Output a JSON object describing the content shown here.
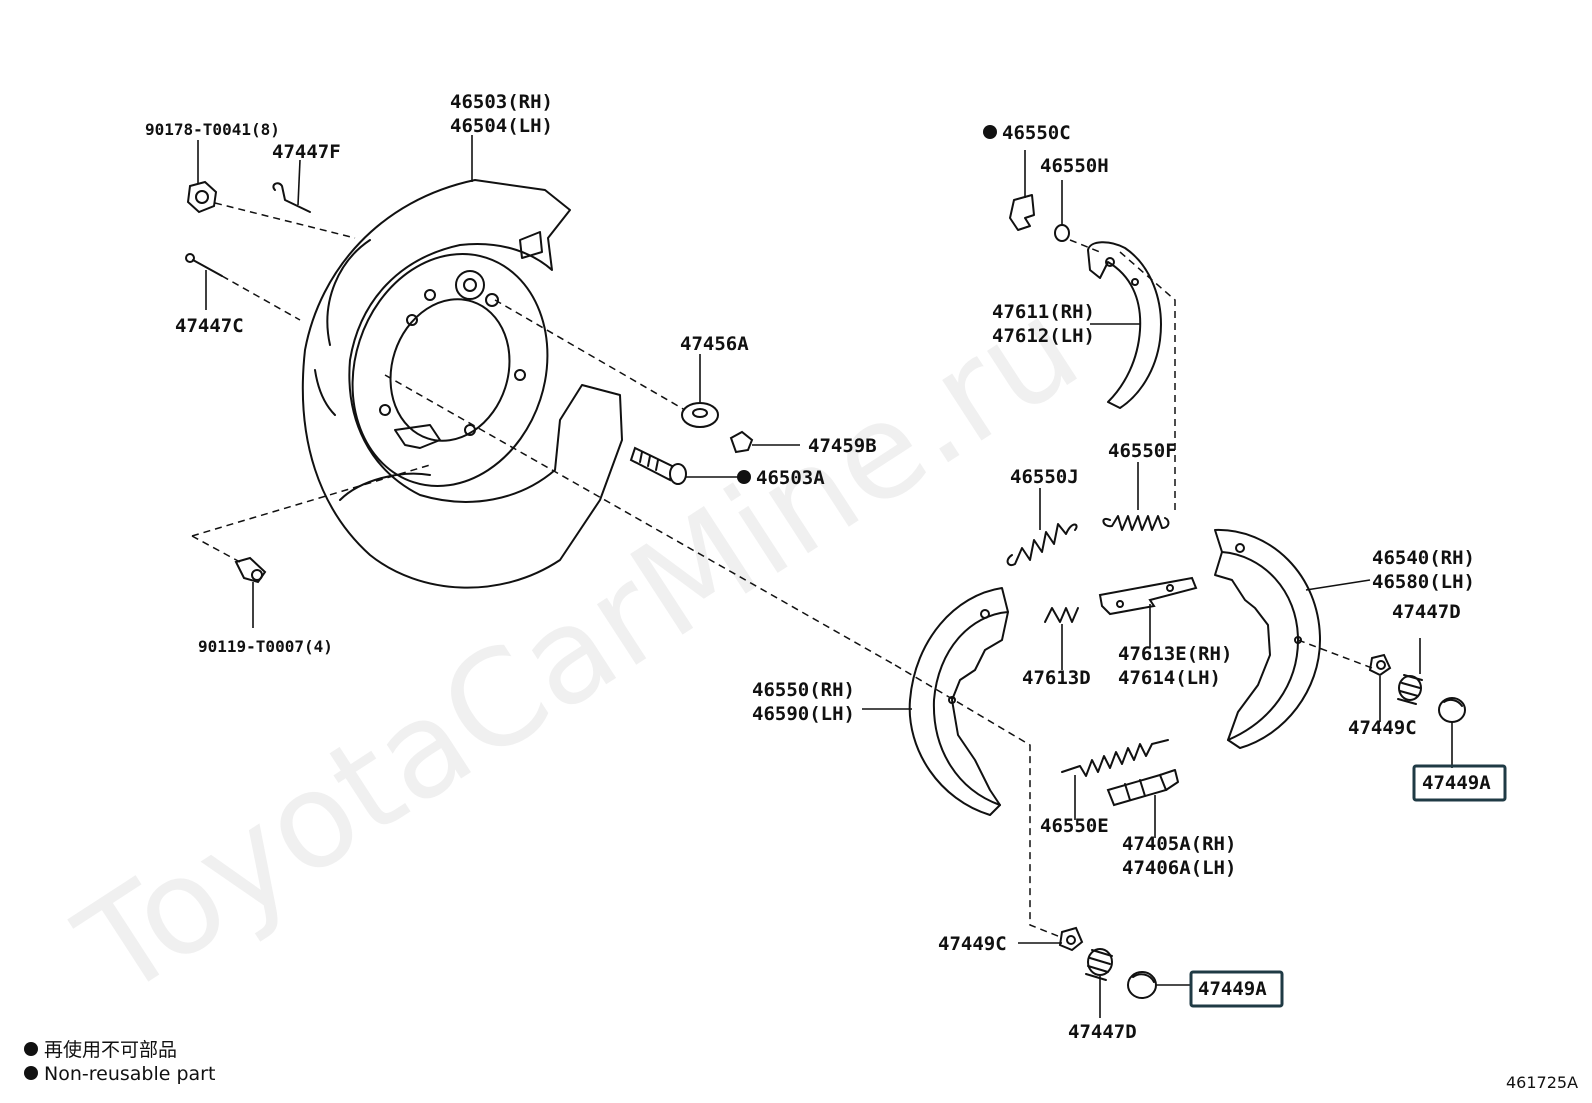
{
  "watermark": "ToyotaCarMine.ru",
  "diagram_ref": "461725A",
  "legend": {
    "line_jp": "再使用不可部品",
    "line_en": "Non-reusable part"
  },
  "labels": {
    "p90178": "90178-T0041(8)",
    "p47447F": "47447F",
    "p46503": "46503(RH)",
    "p46504": "46504(LH)",
    "p47447C": "47447C",
    "p47456A": "47456A",
    "p47459B": "47459B",
    "p46503A": "46503A",
    "p90119": "90119-T0007(4)",
    "p46550C": "46550C",
    "p46550H": "46550H",
    "p47611": "47611(RH)",
    "p47612": "47612(LH)",
    "p46550J": "46550J",
    "p46550F": "46550F",
    "p46540": "46540(RH)",
    "p46580": "46580(LH)",
    "p47447D_r": "47447D",
    "p47613D": "47613D",
    "p47613E": "47613E(RH)",
    "p47614": "47614(LH)",
    "p46550": "46550(RH)",
    "p46590": "46590(LH)",
    "p47449C_r": "47449C",
    "p47449A_r": "47449A",
    "p46550E": "46550E",
    "p47405A": "47405A(RH)",
    "p47406A": "47406A(LH)",
    "p47449C_b": "47449C",
    "p47449A_b": "47449A",
    "p47447D_b": "47447D"
  }
}
